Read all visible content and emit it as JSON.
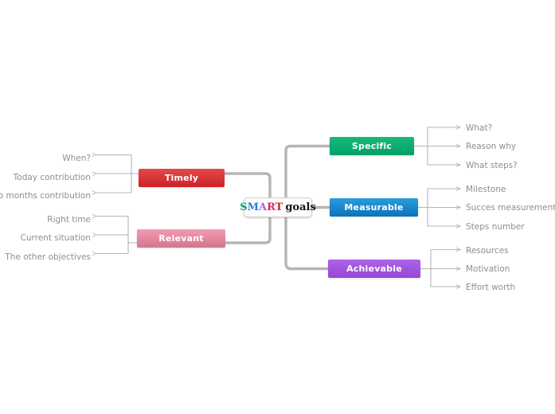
{
  "diagram": {
    "type": "mind-map",
    "title": "SMART goals",
    "background_color": "#ffffff",
    "connector_color": "#b5b5b5",
    "leaf_text_color": "#8e8e8e"
  },
  "center": {
    "name": "smart-goals-root",
    "letters": [
      {
        "char": "S",
        "color": "#00a266"
      },
      {
        "char": "M",
        "color": "#2a7fd4"
      },
      {
        "char": "A",
        "color": "#b060e0"
      },
      {
        "char": "R",
        "color": "#e0256b"
      },
      {
        "char": "T",
        "color": "#d42626"
      }
    ],
    "suffix": "goals"
  },
  "branches": [
    {
      "id": "specific",
      "label": "Specific",
      "side": "right",
      "color": "#00a266",
      "leaves": [
        "What?",
        "Reason why",
        "What steps?"
      ]
    },
    {
      "id": "measurable",
      "label": "Measurable",
      "side": "right",
      "color": "#0b72bb",
      "leaves": [
        "Milestone",
        "Succes measurement",
        "Steps number"
      ]
    },
    {
      "id": "achievable",
      "label": "Achievable",
      "side": "right",
      "color": "#9747d6",
      "leaves": [
        "Resources",
        "Motivation",
        "Effort worth"
      ]
    },
    {
      "id": "timely",
      "label": "Timely",
      "side": "left",
      "color": "#cc2027",
      "leaves": [
        "When?",
        "Today contribution",
        "Two months contribution"
      ]
    },
    {
      "id": "relevant",
      "label": "Relevant",
      "side": "left",
      "color": "#d4758f",
      "leaves": [
        "Right time",
        "Current situation",
        "The other objectives"
      ]
    }
  ]
}
